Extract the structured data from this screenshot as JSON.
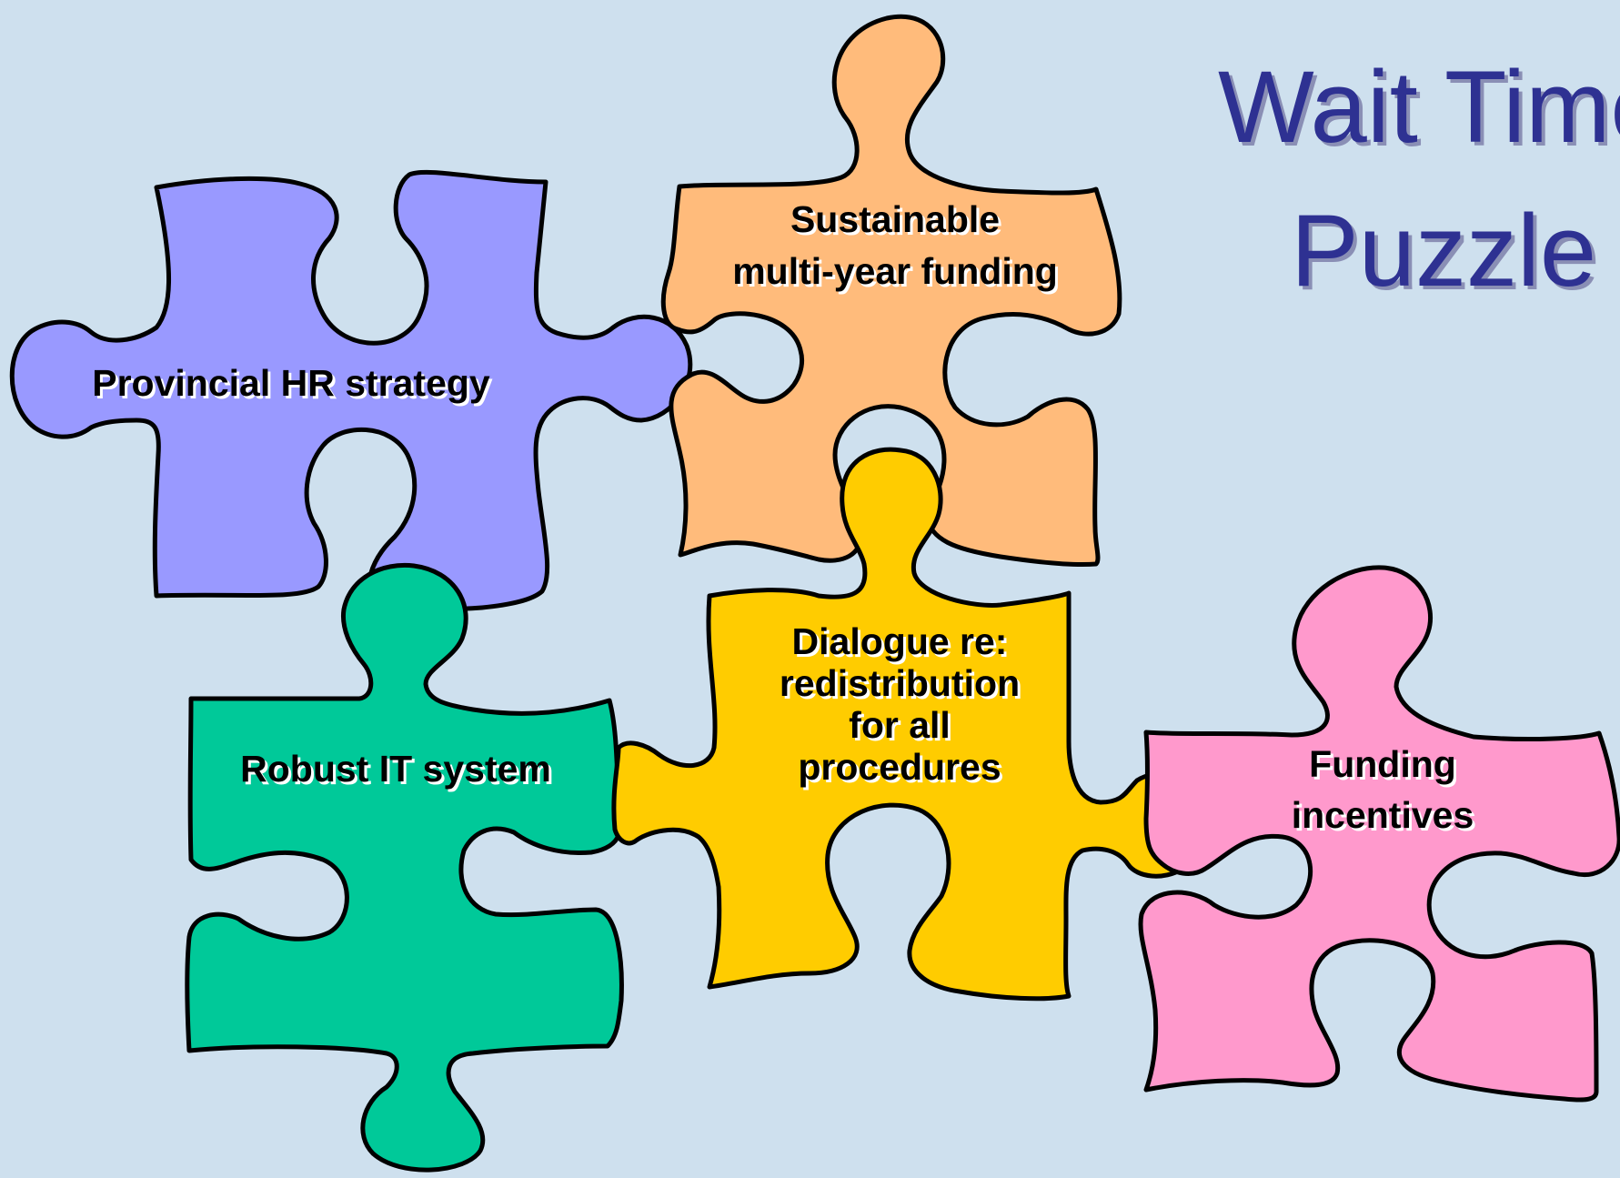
{
  "title": {
    "line1": "Wait Times",
    "line2": "Puzzle",
    "color": "#2e3192"
  },
  "background_color": "#cee0ee",
  "pieces": {
    "hr": {
      "label": "Provincial HR strategy",
      "color": "#9999ff"
    },
    "funding_sustainable": {
      "line1": "Sustainable",
      "line2": "multi-year funding",
      "color": "#ffbb7b"
    },
    "dialogue": {
      "line1": "Dialogue re:",
      "line2": "redistribution",
      "line3": "for all",
      "line4": "procedures",
      "color": "#ffcc00"
    },
    "it": {
      "label": "Robust IT system",
      "color": "#00c999"
    },
    "incentives": {
      "line1": "Funding",
      "line2": "incentives",
      "color": "#ff99cc"
    }
  }
}
